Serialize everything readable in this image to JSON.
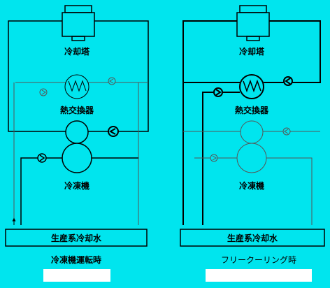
{
  "colors": {
    "background": "#00e5ee",
    "line": "#000000",
    "thin_line": "#555555",
    "caption_box": "#ffffff"
  },
  "left_panel": {
    "cooling_tower": "冷却塔",
    "heat_exchanger": "熱交換器",
    "chiller": "冷凍機",
    "production_water": "生産系冷却水",
    "caption": "冷凍機運転時"
  },
  "right_panel": {
    "cooling_tower": "冷却塔",
    "heat_exchanger": "熱交換器",
    "chiller": "冷凍機",
    "production_water": "生産系冷却水",
    "caption": "フリークーリング時"
  }
}
